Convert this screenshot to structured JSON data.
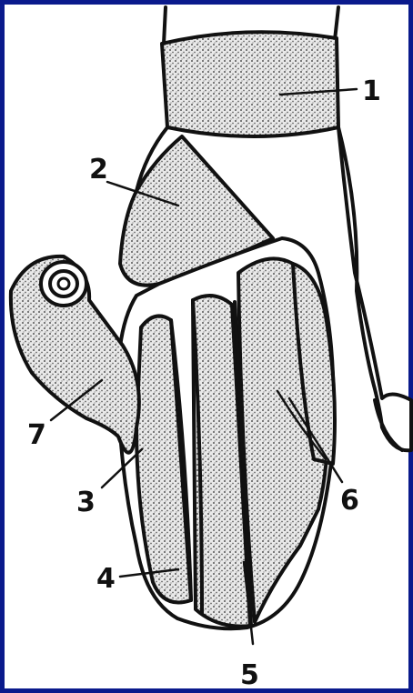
{
  "labels": {
    "l1": "1",
    "l2": "2",
    "l3": "3",
    "l4": "4",
    "l5": "5",
    "l6": "6",
    "l7": "7"
  },
  "colors": {
    "frame": "#0a1a8c",
    "background": "#ffffff",
    "ink": "#111111"
  }
}
